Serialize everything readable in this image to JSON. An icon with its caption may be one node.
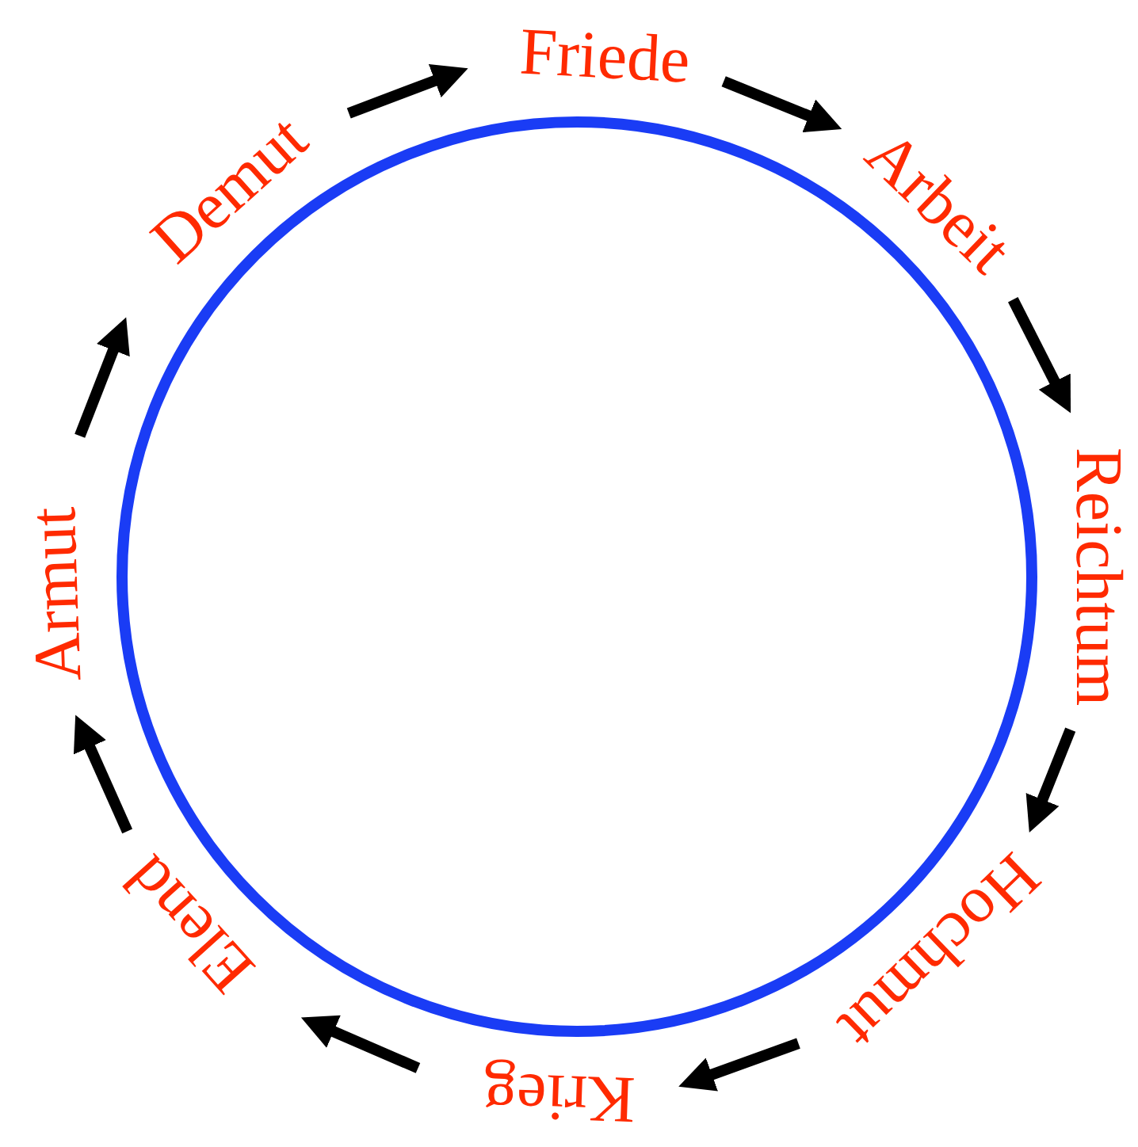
{
  "diagram": {
    "nodes": [
      {
        "text": [
          "Friede"
        ]
      },
      {
        "text": [
          "Arbeit"
        ]
      },
      {
        "text": [
          "Reichtum"
        ]
      },
      {
        "text": [
          "Hochmut"
        ]
      },
      {
        "text": [
          "Krieg"
        ]
      },
      {
        "text": [
          "Elend"
        ]
      },
      {
        "text": [
          "Armut"
        ]
      },
      {
        "text": [
          "Demut"
        ]
      }
    ],
    "edges": [
      {
        "from": 0,
        "to": 1,
        "arrow": "to"
      },
      {
        "from": 1,
        "to": 2,
        "arrow": "to"
      },
      {
        "from": 2,
        "to": 3,
        "arrow": "to"
      },
      {
        "from": 3,
        "to": 4,
        "arrow": "to"
      },
      {
        "from": 4,
        "to": 5,
        "arrow": "to"
      },
      {
        "from": 5,
        "to": 6,
        "arrow": "to"
      },
      {
        "from": 6,
        "to": 7,
        "arrow": "to"
      },
      {
        "from": 7,
        "to": 0,
        "arrow": "to"
      }
    ]
  }
}
